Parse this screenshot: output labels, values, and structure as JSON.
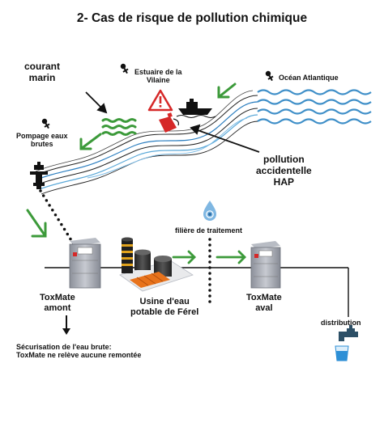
{
  "title": "2- Cas de risque de pollution chimique",
  "labels": {
    "courant_marin": "courant\nmarin",
    "estuaire": "Estuaire de la\nVilaine",
    "ocean": "Océan Atlantique",
    "pompage": "Pompage eaux\nbrutes",
    "pollution": "pollution\naccidentelle\nHAP",
    "filiere": "filière de traitement",
    "toxmate_amont": "ToxMate\namont",
    "usine": "Usine d'eau\npotable de Férel",
    "toxmate_aval": "ToxMate\naval",
    "distribution": "distribution",
    "securisation": "Sécurisation de l'eau brute:\nToxMate ne relève aucune remontée"
  },
  "colors": {
    "green": "#3c9a3a",
    "water_blue": "#3f8fc8",
    "warning_red": "#d62828",
    "factory_orange": "#e8731c",
    "device_grey": "#9ea3ad"
  }
}
